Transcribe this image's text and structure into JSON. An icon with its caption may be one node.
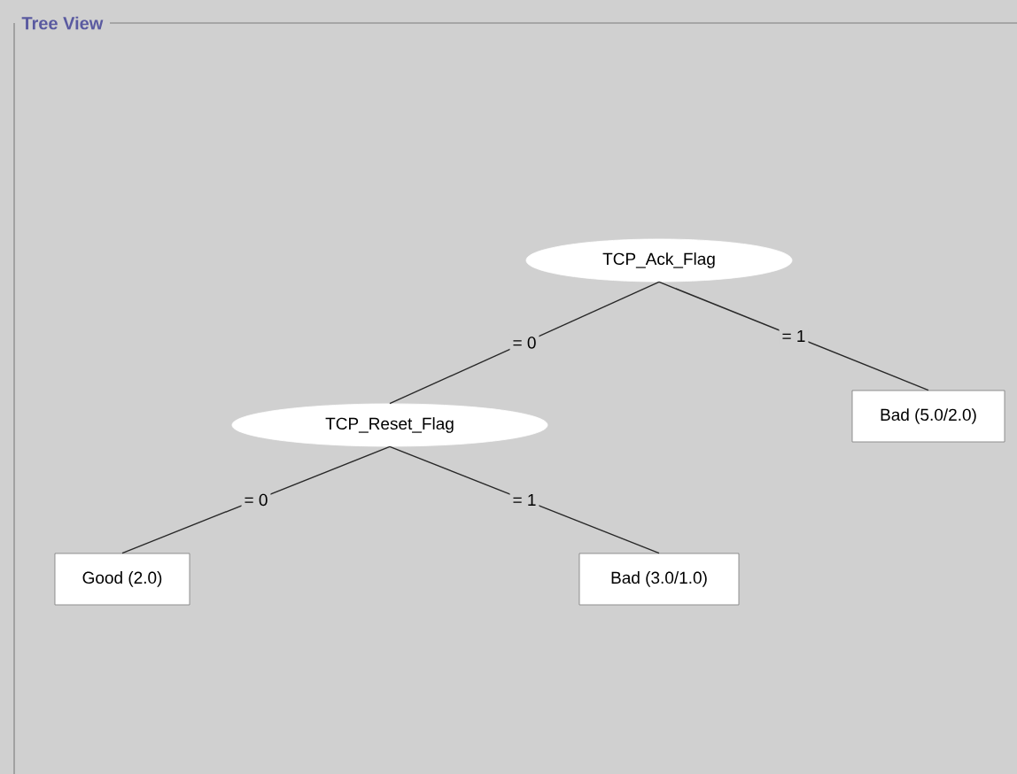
{
  "diagram": {
    "title": "Tree View",
    "nodes": [
      {
        "text": [
          "TCP_Ack_Flag"
        ]
      },
      {
        "text": [
          "TCP_Reset_Flag"
        ]
      },
      {
        "text": [
          "Bad (5.0/2.0)"
        ]
      },
      {
        "text": [
          "Good (2.0)"
        ]
      },
      {
        "text": [
          "Bad (3.0/1.0)"
        ]
      }
    ],
    "edges": [
      {
        "from": 0,
        "to": 1,
        "arrow": "none",
        "label": "= 0"
      },
      {
        "from": 0,
        "to": 2,
        "arrow": "none",
        "label": "= 1"
      },
      {
        "from": 1,
        "to": 3,
        "arrow": "none",
        "label": "= 0"
      },
      {
        "from": 1,
        "to": 4,
        "arrow": "none",
        "label": "= 1"
      }
    ]
  }
}
